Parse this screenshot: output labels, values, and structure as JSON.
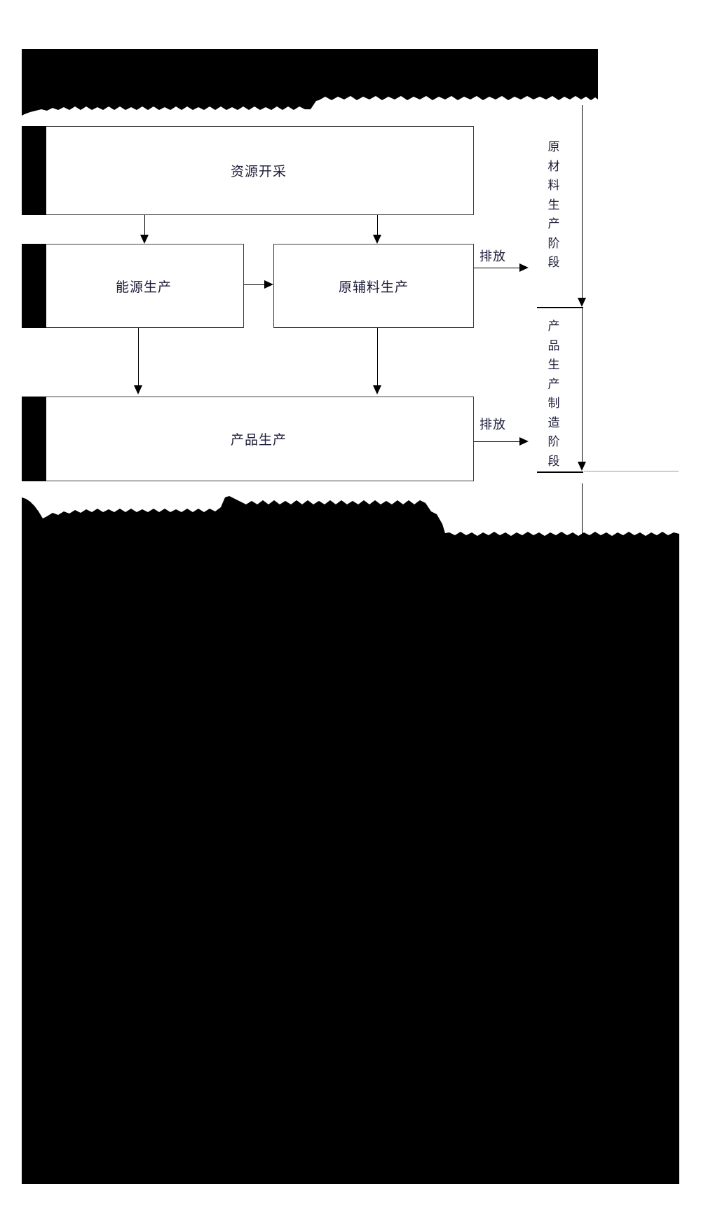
{
  "diagram": {
    "type": "flowchart",
    "title_visible": false,
    "boxes": [
      {
        "id": "resource-extraction",
        "label": "资源开采"
      },
      {
        "id": "energy-production",
        "label": "能源生产"
      },
      {
        "id": "raw-material-production",
        "label": "原辅料生产"
      },
      {
        "id": "product-production",
        "label": "产品生产"
      }
    ],
    "edge_labels": {
      "emission_raw": "排放",
      "emission_product": "排放"
    },
    "stages": [
      {
        "id": "raw-material-stage",
        "label": "原材料生产阶段"
      },
      {
        "id": "product-manufacturing-stage",
        "label": "产品生产制造阶段"
      }
    ],
    "colors": {
      "box_border": "#3f3f3f",
      "text": "#1d1d3a",
      "connector": "#000000",
      "mask": "#000000",
      "divider_gray": "#9a9a9a"
    }
  },
  "masks": {
    "top_label": "redacted-top-block",
    "bottom_label": "redacted-bottom-block",
    "left_strip_label": "redacted-left-strip"
  }
}
